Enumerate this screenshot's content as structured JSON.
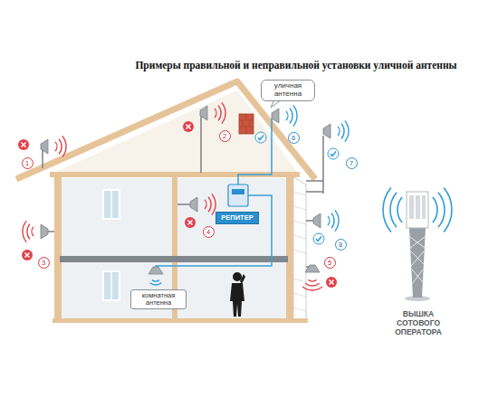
{
  "diagram": {
    "title": "Примеры правильной и неправильной установки уличной антенны",
    "nodes": [
      {
        "text": [
          "уличная антенна"
        ]
      },
      {
        "text": [
          "РЕПИТЕР"
        ]
      },
      {
        "text": [
          "комнатная антенна"
        ]
      }
    ],
    "labels": [
      "1",
      "2",
      "3",
      "4",
      "5",
      "6",
      "7",
      "8",
      "ВЫШКА СОТОВОГО ОПЕРАТОРА"
    ]
  }
}
